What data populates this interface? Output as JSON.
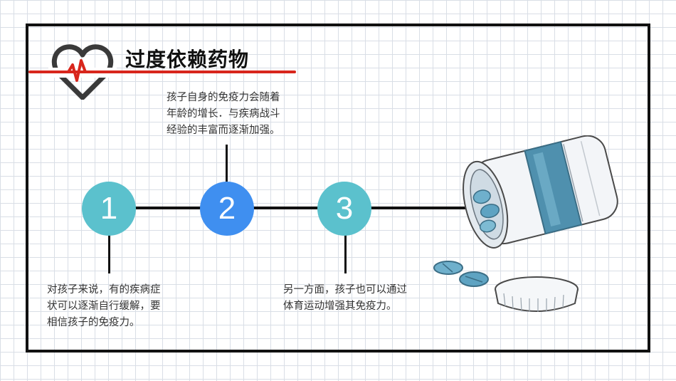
{
  "title": "过度依赖药物",
  "colors": {
    "accent_red": "#d8261c",
    "node_teal": "#5bc1cd",
    "node_blue": "#3f8ff0",
    "frame": "#111111"
  },
  "steps": [
    {
      "number": "1",
      "lines": [
        "对孩子来说，有的疾病症",
        "状可以逐渐自行缓解，要",
        "相信孩子的免疫力。"
      ]
    },
    {
      "number": "2",
      "lines": [
        "孩子自身的免疫力会随着",
        "年龄的增长．与疾病战斗",
        "经验的丰富而逐渐加强。"
      ]
    },
    {
      "number": "3",
      "lines": [
        "另一方面，孩子也可以通过",
        "体育运动增强其免疫力。"
      ]
    }
  ],
  "icons": {
    "heart": "heartbeat-icon",
    "medicine": "medicine-bottle-icon"
  }
}
